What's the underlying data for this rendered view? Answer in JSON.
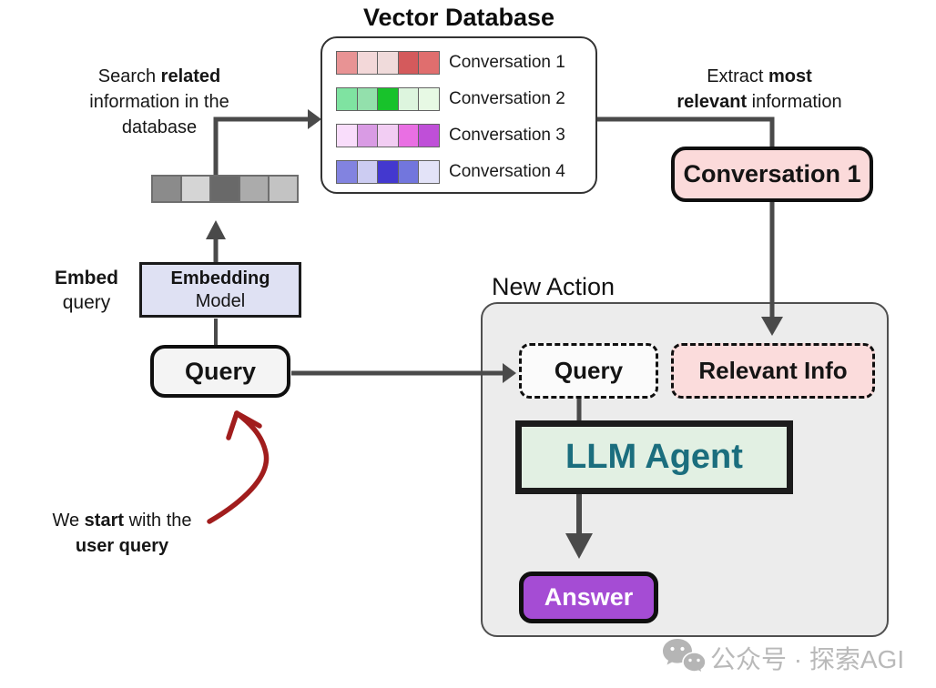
{
  "title": "Vector Database",
  "vector_database": {
    "rows": [
      {
        "label": "Conversation 1",
        "cells": [
          "#e89394",
          "#f3d8d9",
          "#f0dbdb",
          "#d45a5c",
          "#e06e6e"
        ]
      },
      {
        "label": "Conversation 2",
        "cells": [
          "#7fe3a1",
          "#93e0ac",
          "#18c22b",
          "#ddf5de",
          "#e7f9e4"
        ]
      },
      {
        "label": "Conversation 3",
        "cells": [
          "#f9ddfb",
          "#d99be4",
          "#f2cdf3",
          "#e96fe3",
          "#bf4fd8"
        ]
      },
      {
        "label": "Conversation 4",
        "cells": [
          "#8283e0",
          "#ccccf2",
          "#4338cf",
          "#7276dd",
          "#e3e3f8"
        ]
      }
    ]
  },
  "embedding_vector": {
    "cells": [
      "#8b8b8b",
      "#d5d5d5",
      "#696969",
      "#ababab",
      "#c3c3c3"
    ]
  },
  "annotations": {
    "search": [
      [
        {
          "t": "Search ",
          "b": 0
        },
        {
          "t": "related",
          "b": 1
        }
      ],
      [
        {
          "t": "information in the",
          "b": 0
        }
      ],
      [
        {
          "t": "database",
          "b": 0
        }
      ]
    ],
    "extract": [
      [
        {
          "t": "Extract ",
          "b": 0
        },
        {
          "t": "most",
          "b": 1
        }
      ],
      [
        {
          "t": "relevant",
          "b": 1
        },
        {
          "t": " information",
          "b": 0
        }
      ]
    ],
    "embed": [
      [
        {
          "t": "Embed",
          "b": 1
        }
      ],
      [
        {
          "t": "query",
          "b": 0
        }
      ]
    ],
    "start": [
      [
        {
          "t": "We ",
          "b": 0
        },
        {
          "t": "start",
          "b": 1
        },
        {
          "t": " with the",
          "b": 0
        }
      ],
      [
        {
          "t": "user query",
          "b": 1
        }
      ]
    ]
  },
  "nodes": {
    "embedding_model_line1": "Embedding",
    "embedding_model_line2": "Model",
    "query": "Query",
    "conversation1": "Conversation 1",
    "new_action": "New Action",
    "query_dashed": "Query",
    "relevant_info": "Relevant Info",
    "llm_agent": "LLM Agent",
    "answer": "Answer"
  },
  "watermark": {
    "text": "公众号 · 探索AGI"
  },
  "colors": {
    "connector": "#4a4a4a",
    "red_arrow": "#a11d1d",
    "conversation_pink": "#fbdada",
    "embedding_lavender": "#dfe1f3",
    "llm_green": "#e2f0e3",
    "llm_text_teal": "#1b6e7e",
    "answer_purple": "#a54cd4",
    "container_gray": "#ececec"
  }
}
